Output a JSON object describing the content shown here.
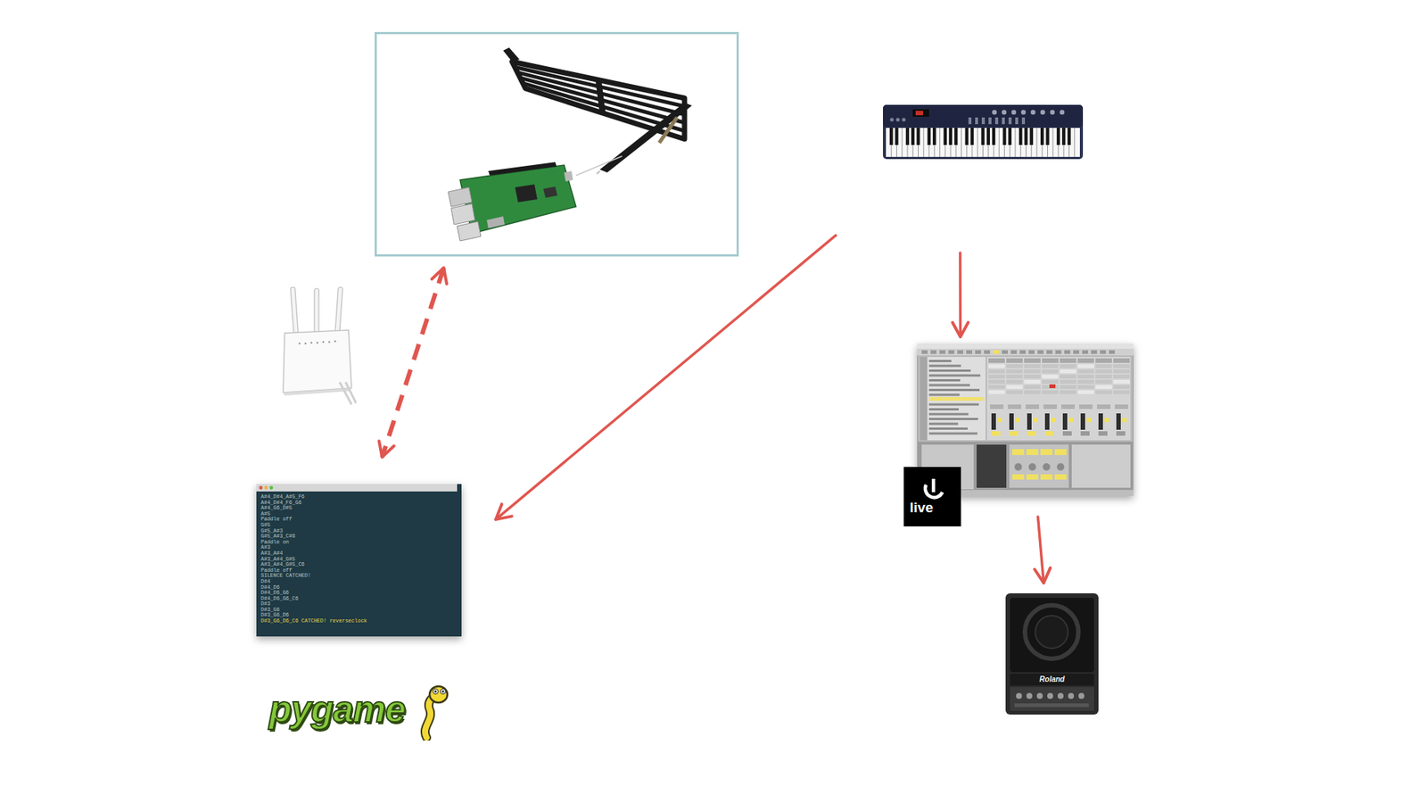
{
  "diagram": {
    "nodes": [
      {
        "text": []
      },
      {
        "text": []
      },
      {
        "text": [
          "A#4_D#4_A#5_F6",
          "A#4_D#4_F6_G6",
          "A#4_G6_D#5",
          "A#5",
          "Paddle off",
          "G#5",
          "G#5_A#3",
          "G#5_A#3_C#6",
          "Paddle on",
          "A#3",
          "A#3_A#4",
          "A#3_A#4_G#5",
          "A#3_A#4_G#5_C6",
          "Paddle off",
          "SILENCE CATCHED!",
          "D#4",
          "D#4_D6",
          "D#4_D6_G6",
          "D#4_D6_G6_C6",
          "D#3",
          "D#3_G6",
          "D#3_G6_D6",
          "D#3_G6_D6_C6 CATCHED! reverseclock"
        ]
      },
      {
        "text": []
      },
      {
        "text": [
          "Roland"
        ]
      }
    ],
    "edges": [
      {
        "from": 0,
        "to": 2,
        "arrow": "both"
      },
      {
        "from": 1,
        "to": 2,
        "arrow": "to"
      },
      {
        "from": 1,
        "to": 3,
        "arrow": "to"
      },
      {
        "from": 3,
        "to": 4,
        "arrow": "to"
      }
    ],
    "labels": [
      "live",
      "pygame"
    ]
  }
}
